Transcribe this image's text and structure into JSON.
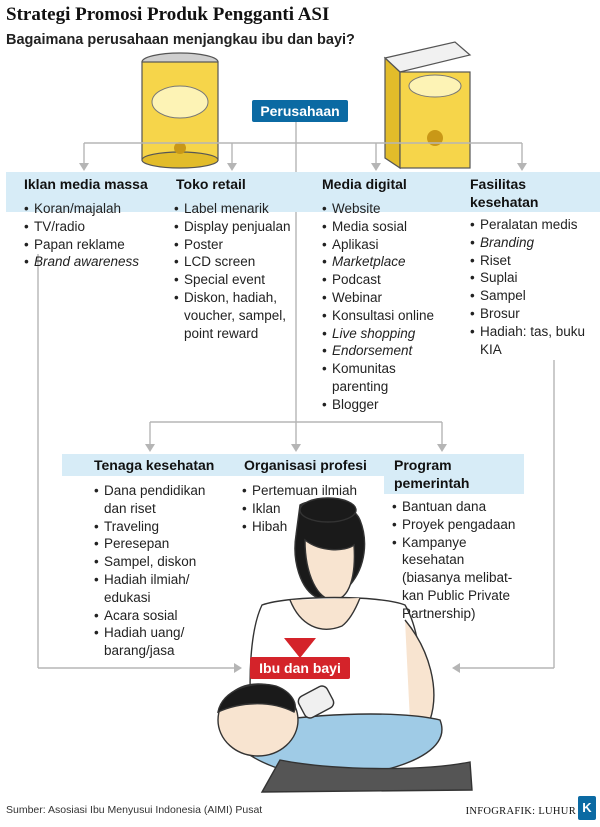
{
  "title": "Strategi Promosi Produk Pengganti ASI",
  "subtitle": "Bagaimana perusahaan menjangkau ibu dan bayi?",
  "center_label": "Perusahaan",
  "target_label": "Ibu dan bayi",
  "top_categories": [
    {
      "heading": "Iklan media massa",
      "items": [
        "Koran/majalah",
        "TV/radio",
        "Papan reklame",
        "Brand awareness"
      ]
    },
    {
      "heading": "Toko retail",
      "items": [
        "Label menarik",
        "Display penjualan",
        "Poster",
        "LCD screen",
        "Special event",
        "Diskon, hadiah, voucher, sampel, point reward"
      ]
    },
    {
      "heading": "Media digital",
      "items": [
        "Website",
        "Media sosial",
        "Aplikasi",
        "Marketplace",
        "Podcast",
        "Webinar",
        "Konsultasi online",
        "Live shopping",
        "Endorsement",
        "Komunitas parenting",
        "Blogger"
      ]
    },
    {
      "heading": "Fasilitas kesehatan",
      "items": [
        "Peralatan medis",
        "Branding",
        "Riset",
        "Suplai",
        "Sampel",
        "Brosur",
        "Hadiah: tas, buku KIA"
      ]
    }
  ],
  "bottom_categories": [
    {
      "heading": "Tenaga kesehatan",
      "items": [
        "Dana pendidikan dan riset",
        "Traveling",
        "Peresepan",
        "Sampel, diskon",
        "Hadiah ilmiah/ edukasi",
        "Acara sosial",
        "Hadiah uang/ barang/jasa"
      ]
    },
    {
      "heading": "Organisasi profesi",
      "items": [
        "Pertemuan ilmiah",
        "Iklan",
        "Hibah"
      ]
    },
    {
      "heading": "Program pemerintah",
      "items": [
        "Bantuan dana",
        "Proyek pengadaan",
        "Kampanye kesehatan (biasanya melibat-kan Public Private Partnership)"
      ]
    }
  ],
  "source": "Sumber: Asosiasi Ibu Menyusui Indonesia (AIMI) Pusat",
  "credit": "INFOGRAFIK: LUHUR",
  "logo_letter": "K",
  "colors": {
    "blue": "#0b6aa3",
    "band": "#d7ecf7",
    "red": "#d4232a",
    "can": "#f6d54a"
  }
}
